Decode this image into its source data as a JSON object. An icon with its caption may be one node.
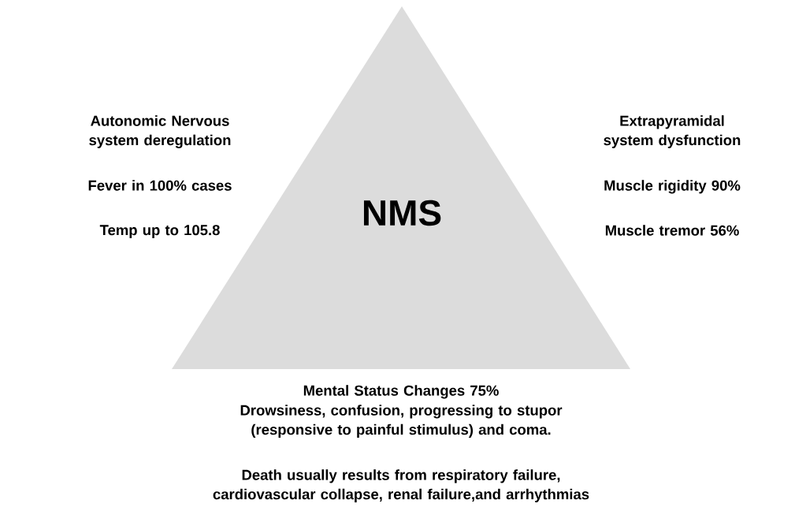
{
  "diagram": {
    "nodes": [
      {
        "text": [
          "NMS"
        ]
      }
    ],
    "labels": [
      "Autonomic Nervous system deregulation",
      "Extrapyramidal system dysfunction",
      "Fever in 100% cases",
      "Muscle rigidity 90%",
      "Temp up to 105.8",
      "Muscle tremor 56%",
      "Mental Status Changes 75%",
      "Drowsiness, confusion, progressing to stupor (responsive to painful stimulus) and coma.",
      "Death usually results from respiratory failure, cardiovascular collapse, renal failure,and arrhythmias"
    ]
  }
}
